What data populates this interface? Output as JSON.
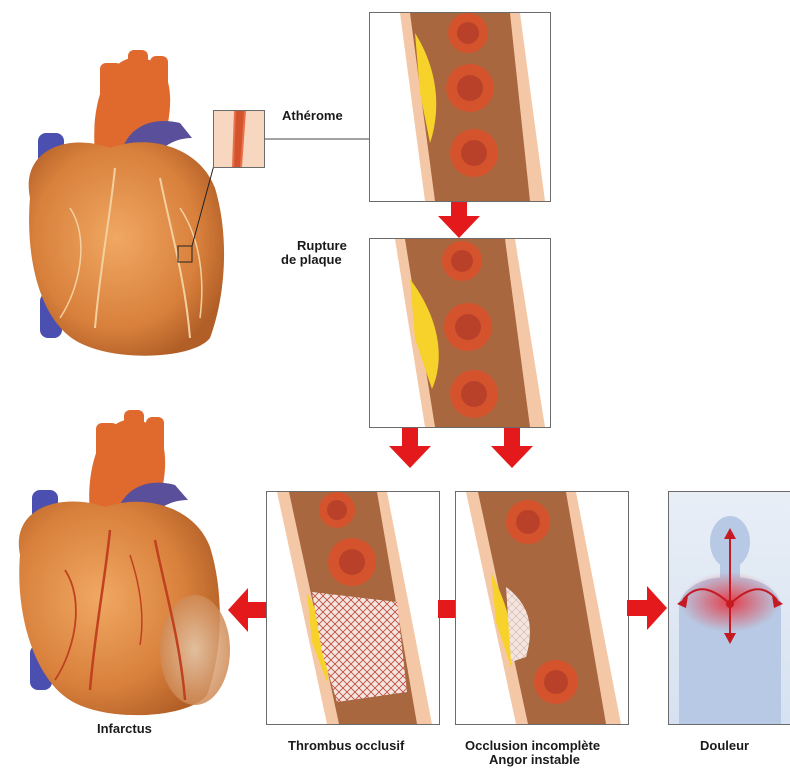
{
  "labels": {
    "atherome": "Athérome",
    "rupture_line1": "Rupture",
    "rupture_line2": "de plaque",
    "infarctus": "Infarctus",
    "thrombus": "Thrombus occlusif",
    "occlusion": "Occlusion incomplète",
    "angor": "Angor instable",
    "douleur": "Douleur"
  },
  "colors": {
    "arrow": "#e3191b",
    "heart": "#d9843f",
    "vessel_wall": "#e9a27a",
    "lumen": "#a8673e",
    "blood_cell": "#d4532d",
    "plaque": "#f6d22a",
    "body": "#c4d4ea",
    "pain": "#e8303a"
  }
}
